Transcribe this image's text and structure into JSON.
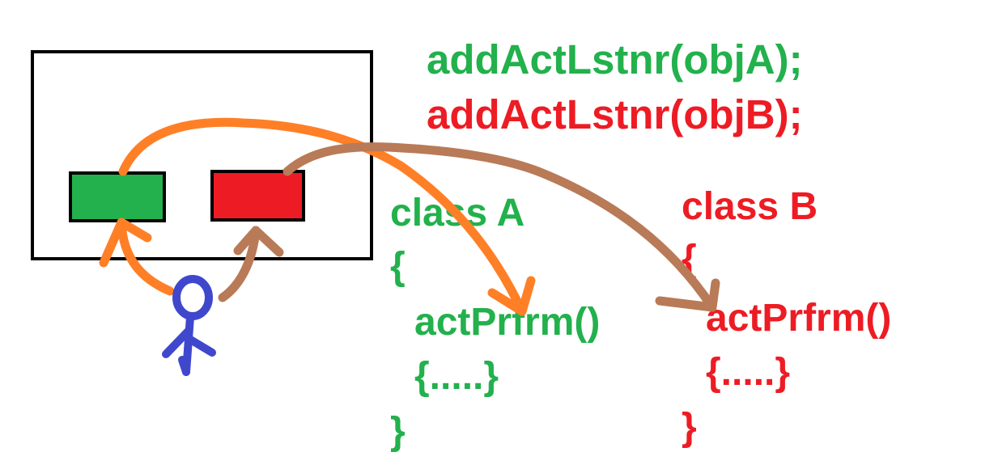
{
  "colors": {
    "green": "#22b14c",
    "red": "#ed1c24",
    "orange": "#ff7f27",
    "brown": "#b97a57",
    "blue": "#3f48cc",
    "black": "#000000"
  },
  "registration": {
    "line_a": "addActLstnr(objA);",
    "line_b": "addActLstnr(objB);"
  },
  "class_a": {
    "header": "class A",
    "open_brace": "{",
    "method": "actPrfrm()",
    "body": "{.....}",
    "close_brace": "}"
  },
  "class_b": {
    "header": "class B",
    "open_brace": "{",
    "method": "actPrfrm()",
    "body": "{.....}",
    "close_brace": "}"
  },
  "icons": {
    "user": "stick-figure-icon"
  }
}
